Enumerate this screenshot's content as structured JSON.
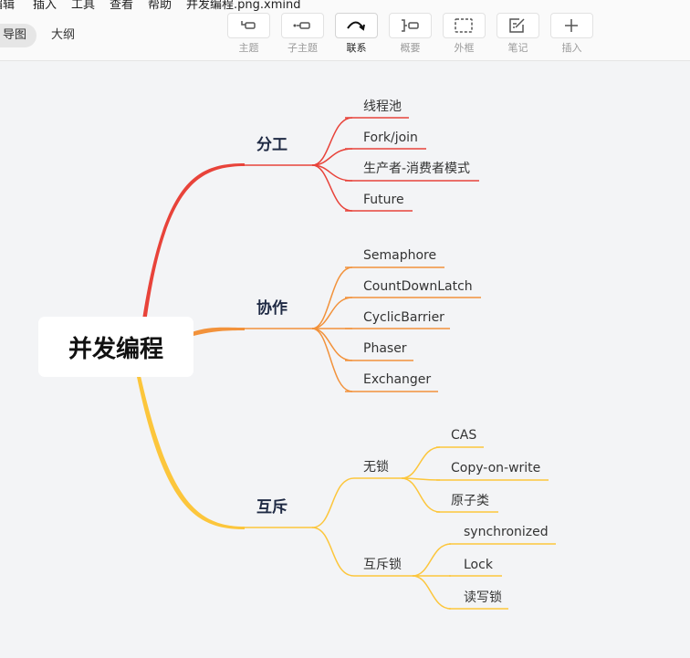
{
  "app": {
    "menus": [
      "编辑",
      "插入",
      "工具",
      "查看",
      "帮助"
    ],
    "file_title": "并发编程.png.xmind"
  },
  "view_tabs": [
    {
      "label": "导图",
      "active": true
    },
    {
      "label": "大纲",
      "active": false
    }
  ],
  "toolbar": [
    {
      "id": "topic",
      "label": "主题",
      "icon": "topic-icon",
      "active": false
    },
    {
      "id": "subtopic",
      "label": "子主题",
      "icon": "subtopic-icon",
      "active": false
    },
    {
      "id": "relationship",
      "label": "联系",
      "icon": "relationship-icon",
      "active": true
    },
    {
      "id": "summary",
      "label": "概要",
      "icon": "summary-icon",
      "active": false
    },
    {
      "id": "boundary",
      "label": "外框",
      "icon": "boundary-icon",
      "active": false
    },
    {
      "id": "note",
      "label": "笔记",
      "icon": "note-icon",
      "active": false
    },
    {
      "id": "insert",
      "label": "插入",
      "icon": "plus-icon",
      "active": false
    }
  ],
  "mindmap": {
    "central": "并发编程",
    "colors": {
      "division": "#e8433a",
      "cooperation": "#f2923b",
      "mutex": "#fcc63c",
      "text": "#1f2a44",
      "central_bg": "#ffffff",
      "canvas_bg": "#f3f4f6"
    },
    "branches": [
      {
        "key": "division",
        "label": "分工",
        "children": [
          "线程池",
          "Fork/join",
          "生产者-消费者模式",
          "Future"
        ]
      },
      {
        "key": "cooperation",
        "label": "协作",
        "children": [
          "Semaphore",
          "CountDownLatch",
          "CyclicBarrier",
          "Phaser",
          "Exchanger"
        ]
      },
      {
        "key": "mutex",
        "label": "互斥",
        "groups": [
          {
            "label": "无锁",
            "children": [
              "CAS",
              "Copy-on-write",
              "原子类"
            ]
          },
          {
            "label": "互斥锁",
            "children": [
              "synchronized",
              "Lock",
              "读写锁"
            ]
          }
        ]
      }
    ]
  }
}
